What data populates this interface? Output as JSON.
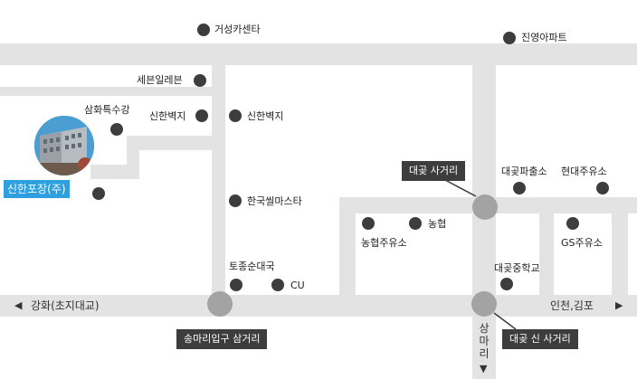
{
  "map": {
    "landmarks": {
      "geosung_car_center": "거성카센타",
      "jinyoung_apt": "진영아파트",
      "seven_eleven": "세븐일레븐",
      "samhwa": "삼화특수강",
      "shinhan_brick_1": "신한벽지",
      "shinhan_brick_2": "신한벽지",
      "hanguk_ssilmaseuta": "한국씰마스타",
      "daegot_police": "대곶파출소",
      "hyundai_gas": "현대주유소",
      "nonghyup_gas": "농협주유소",
      "nonghyup": "농협",
      "gs_gas": "GS주유소",
      "daegot_middle_school": "대곶중학교",
      "tojong_sundae": "토종순대국",
      "cu": "CU"
    },
    "company": {
      "name": "신한포장(주)"
    },
    "intersections": {
      "daegot": "대곶 사거리",
      "songmari": "송마리입구 삼거리",
      "daegot_new": "대곶 신 사거리"
    },
    "roads": {
      "west_name": "강화(초지대교)",
      "west_arrow": "◀",
      "east_name": "인천,김포",
      "east_arrow": "▶",
      "south_name": "상마리",
      "south_arrow": "▼"
    },
    "colors": {
      "road": "#e3e3e3",
      "poi_dot": "#3d3d3d",
      "junction": "#a3a3a3",
      "label_bg": "#3d3d3d",
      "company_accent": "#2f9fe0"
    }
  }
}
